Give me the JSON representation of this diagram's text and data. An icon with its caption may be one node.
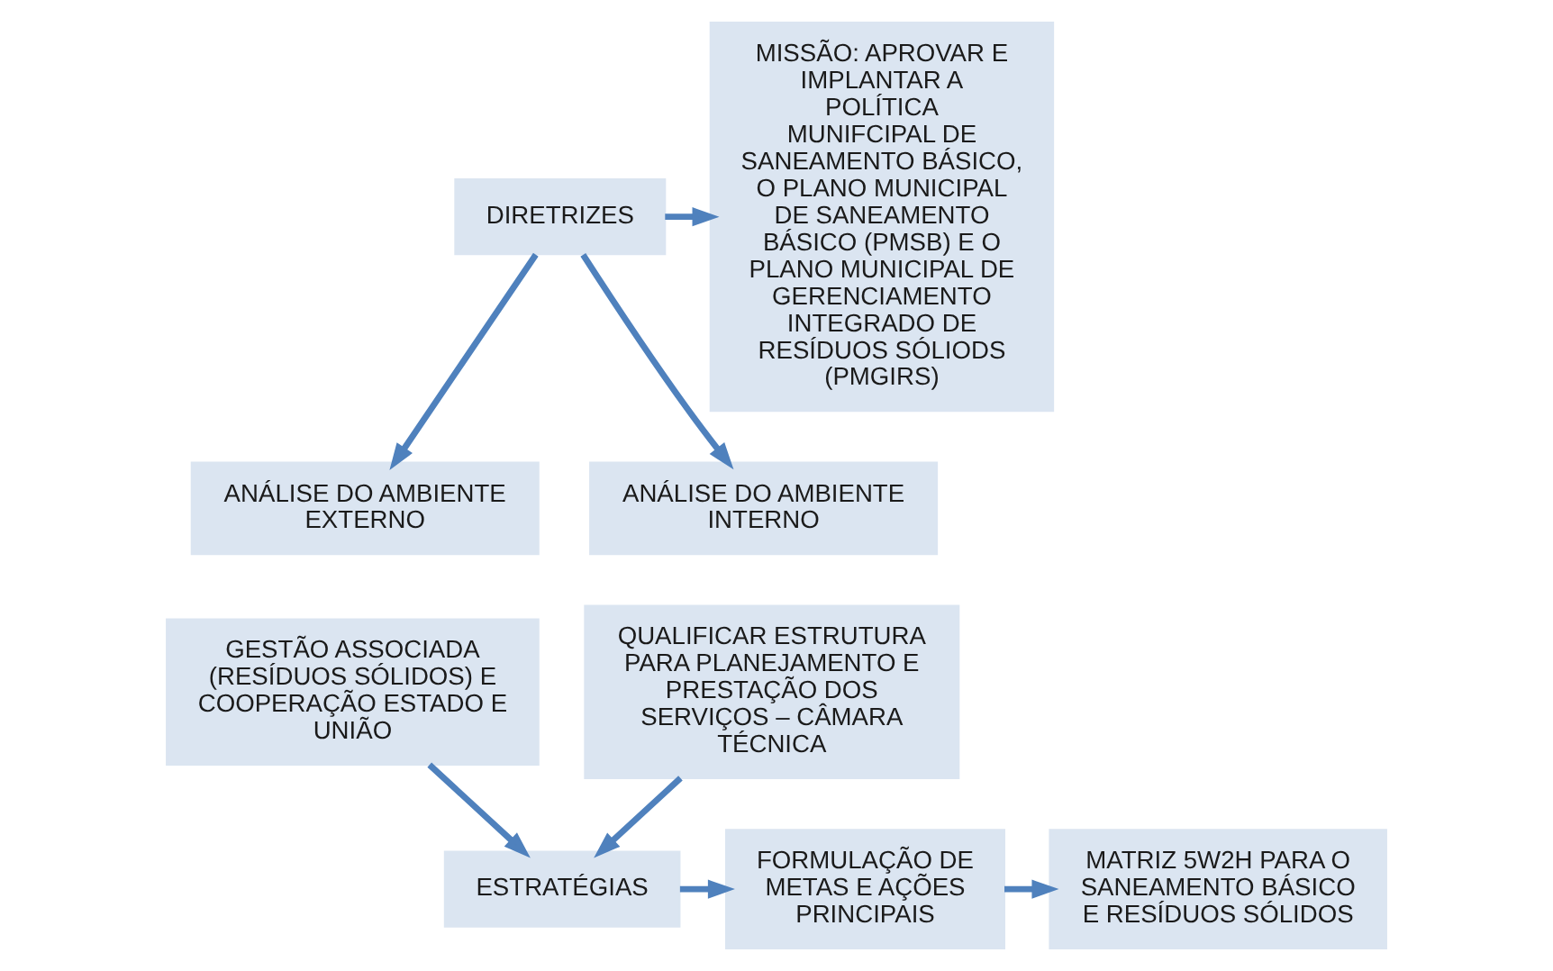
{
  "diagram": {
    "nodes": [
      {
        "text": [
          "DIRETRIZES"
        ]
      },
      {
        "text": [
          "MISSÃO: APROVAR E IMPLANTAR A POLÍTICA MUNIFCIPAL DE SANEAMENTO BÁSICO, O PLANO MUNICIPAL DE SANEAMENTO BÁSICO (PMSB) E O PLANO MUNICIPAL DE GERENCIAMENTO INTEGRADO DE RESÍDUOS SÓLIODS (PMGIRS)"
        ]
      },
      {
        "text": [
          "ANÁLISE DO AMBIENTE EXTERNO"
        ]
      },
      {
        "text": [
          "ANÁLISE DO AMBIENTE INTERNO"
        ]
      },
      {
        "text": [
          "GESTÃO ASSOCIADA (RESÍDUOS SÓLIDOS) E COOPERAÇÃO ESTADO E UNIÃO"
        ]
      },
      {
        "text": [
          "QUALIFICAR ESTRUTURA PARA PLANEJAMENTO E PRESTAÇÃO DOS SERVIÇOS – CÂMARA TÉCNICA"
        ]
      },
      {
        "text": [
          "ESTRATÉGIAS"
        ]
      },
      {
        "text": [
          "FORMULAÇÃO DE METAS E AÇÕES PRINCIPAIS"
        ]
      },
      {
        "text": [
          "MATRIZ 5W2H PARA O SANEAMENTO BÁSICO E RESÍDUOS SÓLIDOS"
        ]
      }
    ],
    "edges": [
      {
        "from": 0,
        "to": 1,
        "arrow": "to"
      },
      {
        "from": 0,
        "to": 2,
        "arrow": "to"
      },
      {
        "from": 0,
        "to": 3,
        "arrow": "to"
      },
      {
        "from": 4,
        "to": 6,
        "arrow": "to"
      },
      {
        "from": 5,
        "to": 6,
        "arrow": "to"
      },
      {
        "from": 6,
        "to": 7,
        "arrow": "to"
      },
      {
        "from": 7,
        "to": 8,
        "arrow": "to"
      }
    ]
  }
}
